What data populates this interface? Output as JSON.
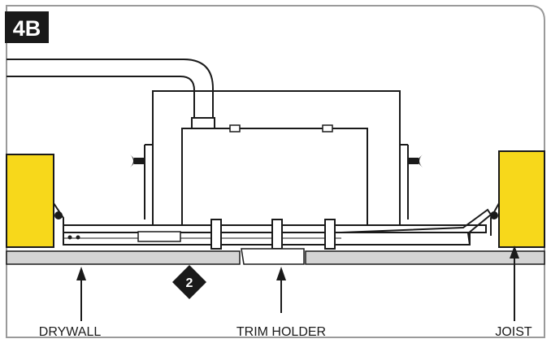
{
  "figure": {
    "step_label": "4B",
    "step_number_marker": "2"
  },
  "labels": {
    "drywall": "DRYWALL",
    "trim_holder": "TRIM HOLDER",
    "joist": "JOIST"
  },
  "colors": {
    "joist_fill": "#f7d81b",
    "drywall_fill": "#d4d4d4",
    "outline": "#1a1a1a",
    "frame_border": "#9a9a9a",
    "label_box": "#1a1a1a",
    "label_text": "#ffffff"
  }
}
